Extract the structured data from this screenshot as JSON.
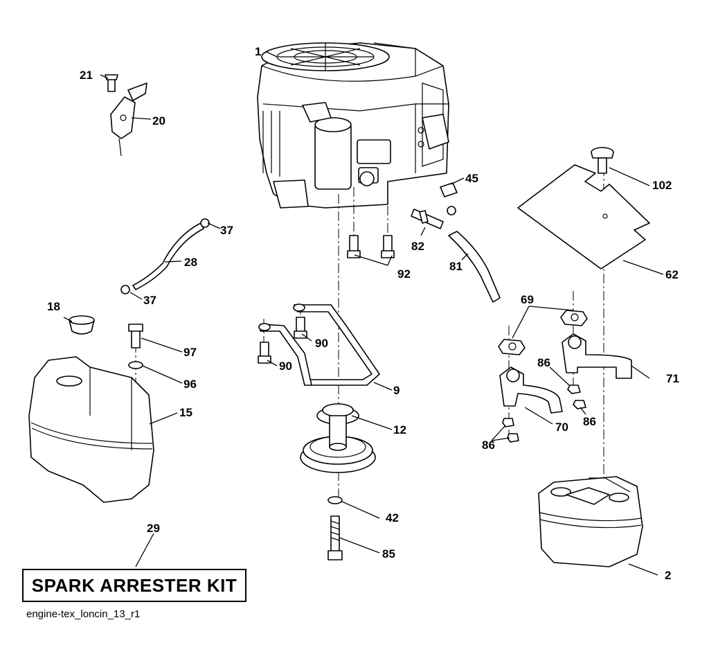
{
  "callouts": {
    "c1": "1",
    "c2": "2",
    "c9": "9",
    "c12": "12",
    "c15": "15",
    "c18": "18",
    "c20": "20",
    "c21": "21",
    "c28": "28",
    "c29": "29",
    "c37a": "37",
    "c37b": "37",
    "c42": "42",
    "c45": "45",
    "c62": "62",
    "c69": "69",
    "c70": "70",
    "c71": "71",
    "c81": "81",
    "c82": "82",
    "c85": "85",
    "c86a": "86",
    "c86b": "86",
    "c86c": "86",
    "c90a": "90",
    "c90b": "90",
    "c92": "92",
    "c96": "96",
    "c97": "97",
    "c102": "102"
  },
  "kit_label": "SPARK ARRESTER KIT",
  "footer_code": "engine-tex_loncin_13_r1"
}
